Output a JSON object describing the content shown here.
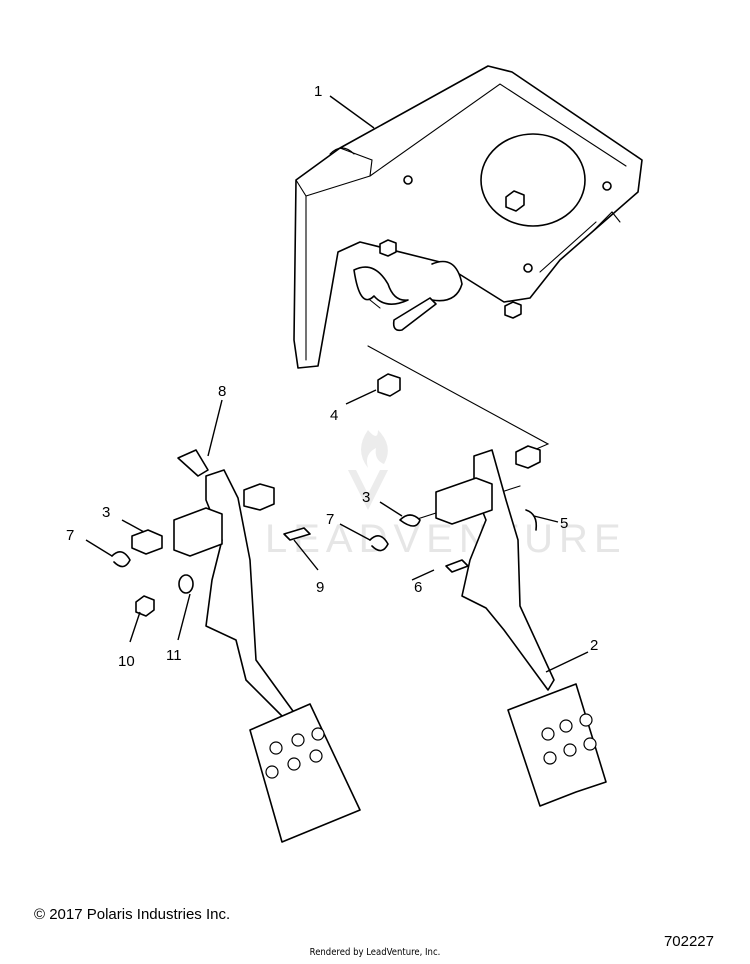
{
  "callouts": [
    {
      "id": "c1",
      "label": "1"
    },
    {
      "id": "c2",
      "label": "2"
    },
    {
      "id": "c3a",
      "label": "3"
    },
    {
      "id": "c3b",
      "label": "3"
    },
    {
      "id": "c4",
      "label": "4"
    },
    {
      "id": "c5",
      "label": "5"
    },
    {
      "id": "c6",
      "label": "6"
    },
    {
      "id": "c7a",
      "label": "7"
    },
    {
      "id": "c7b",
      "label": "7"
    },
    {
      "id": "c8",
      "label": "8"
    },
    {
      "id": "c9",
      "label": "9"
    },
    {
      "id": "c10",
      "label": "10"
    },
    {
      "id": "c11",
      "label": "11"
    }
  ],
  "watermark": "LEADVENTURE",
  "footer": {
    "copyright": "© 2017 Polaris Industries Inc.",
    "drawing_number": "702227",
    "rendered_by": "Rendered by LeadVenture, Inc."
  }
}
